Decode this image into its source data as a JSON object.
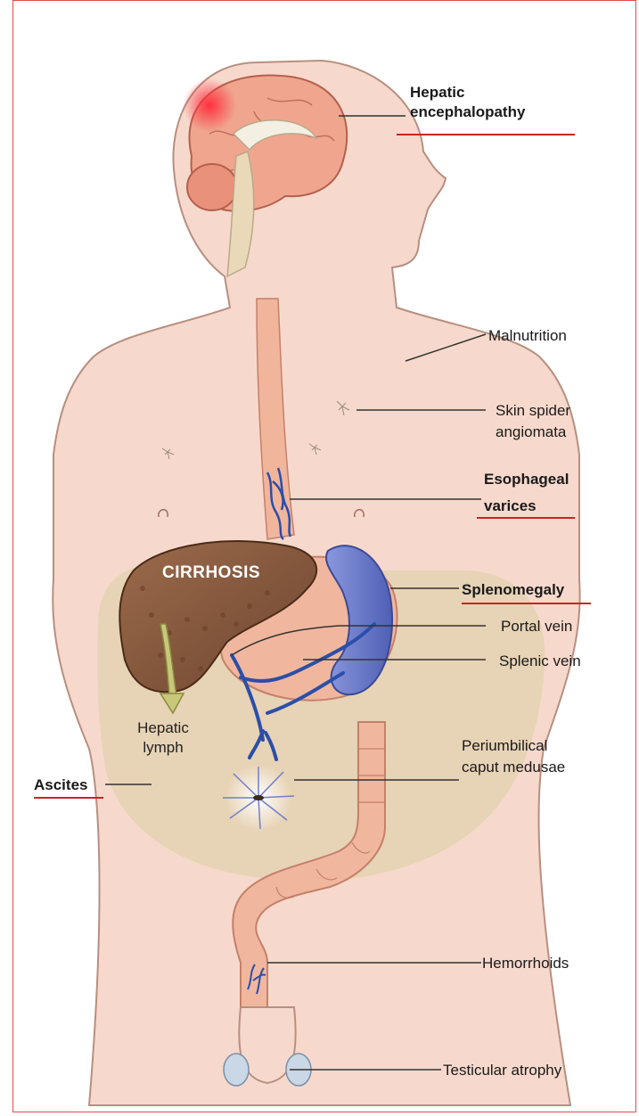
{
  "labels": {
    "hepatic_encephalopathy": [
      "Hepatic",
      "encephalopathy"
    ],
    "malnutrition": "Malnutrition",
    "skin_spider": [
      "Skin spider",
      "angiomata"
    ],
    "esophageal_varices": [
      "Esophageal",
      "varices"
    ],
    "splenomegaly": "Splenomegaly",
    "portal_vein": "Portal vein",
    "splenic_vein": "Splenic vein",
    "periumbilical": [
      "Periumbilical",
      "caput medusae"
    ],
    "ascites": "Ascites",
    "hemorrhoids": "Hemorrhoids",
    "testicular_atrophy": "Testicular atrophy",
    "hepatic_lymph": [
      "Hepatic",
      "lymph"
    ],
    "cirrhosis": "CIRRHOSIS"
  },
  "colors": {
    "skin": "#f6d9cc",
    "skin_outline": "#b88f80",
    "abdomen": "#e6d3b3",
    "brain": "#f0a58f",
    "liver": "#8a5a3c",
    "spleen": "#6f7fcf",
    "vein": "#2b4fa8",
    "esophagus": "#f1b59b",
    "highlight_underline": "#cc2222",
    "frame": "#e04a4a"
  }
}
